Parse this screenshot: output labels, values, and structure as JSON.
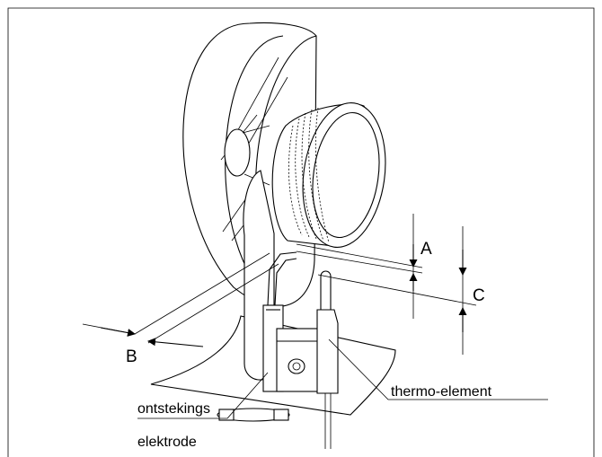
{
  "labels": {
    "a": "A",
    "b": "B",
    "c": "C",
    "thermo": "thermo-element",
    "ignition_1": "ontstekings",
    "ignition_2": "elektrode"
  }
}
